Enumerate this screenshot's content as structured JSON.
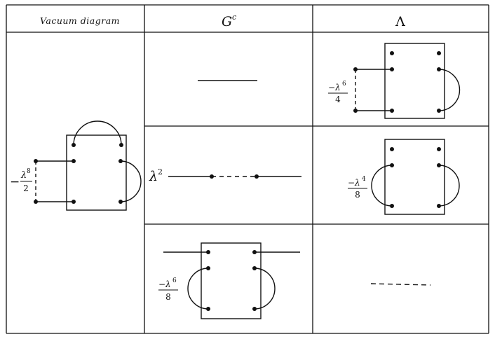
{
  "table": {
    "headers": {
      "vacuum_diagram": "Vacuum diagram",
      "g_c_base": "G",
      "g_c_sup": "c",
      "lambda": "Λ"
    }
  },
  "cells": {
    "vacuum": {
      "coef_sign": "−",
      "coef_num": "λ",
      "coef_num_exp": "8",
      "coef_den": "2"
    },
    "gc_row2": {
      "coef": "λ",
      "coef_exp": "2"
    },
    "gc_row3": {
      "coef_num": "−λ",
      "coef_num_exp": "6",
      "coef_den": "8"
    },
    "lambda_row1": {
      "coef_num": "−λ",
      "coef_num_exp": "6",
      "coef_den": "4"
    },
    "lambda_row2": {
      "coef_num": "−λ",
      "coef_num_exp": "4",
      "coef_den": "8"
    }
  }
}
